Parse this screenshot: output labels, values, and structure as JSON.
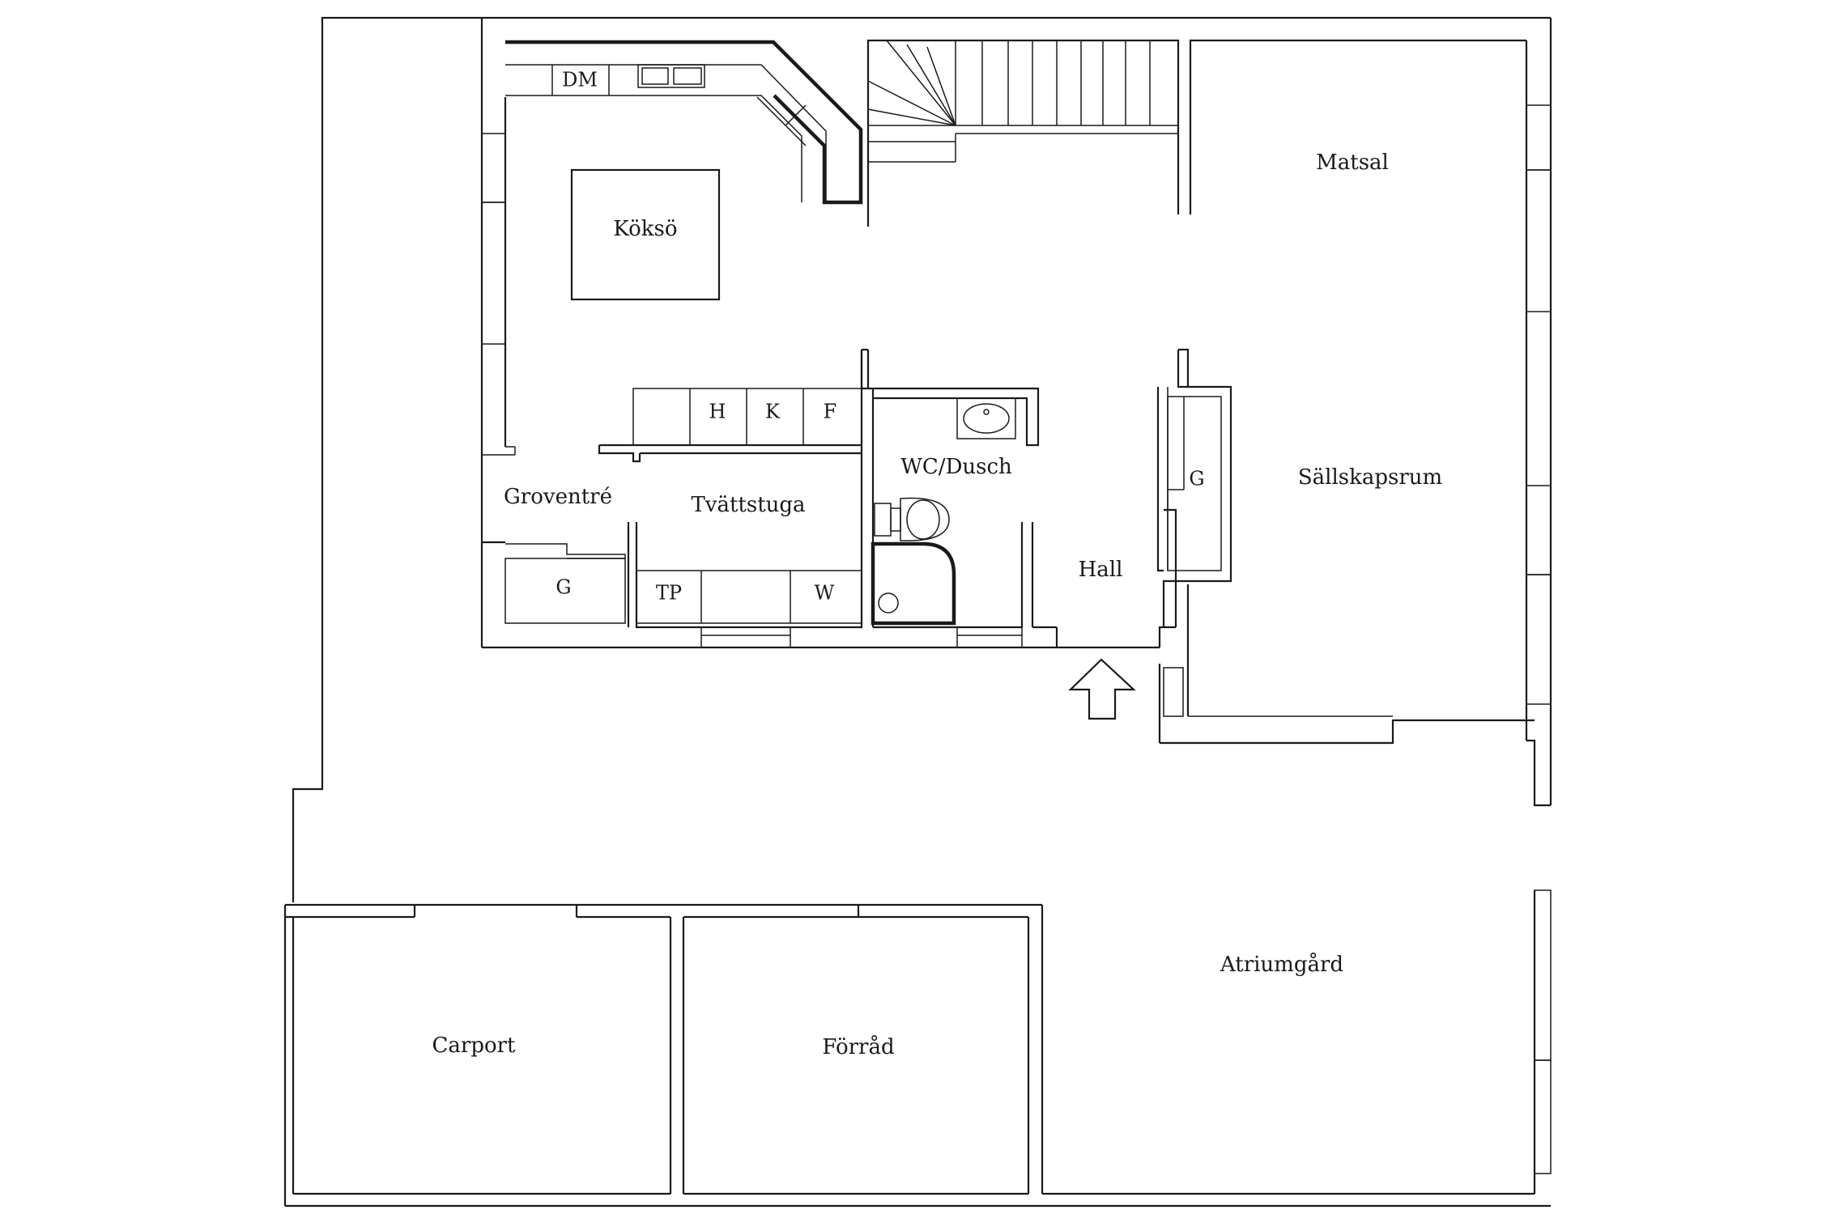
{
  "rooms": {
    "koksö": "Köksö",
    "matsal": "Matsal",
    "sallskapsrum": "Sällskapsrum",
    "groventre": "Groventré",
    "tvattstuga": "Tvättstuga",
    "wc_dusch": "WC/Dusch",
    "hall": "Hall",
    "atriumgard": "Atriumgård",
    "carport": "Carport",
    "forrad": "Förråd"
  },
  "fixtures": {
    "dishwasher": "DM",
    "h": "H",
    "k": "K",
    "f": "F",
    "wardrobe_groventre": "G",
    "wardrobe_hall": "G",
    "tumble_dryer": "TP",
    "washer": "W"
  }
}
